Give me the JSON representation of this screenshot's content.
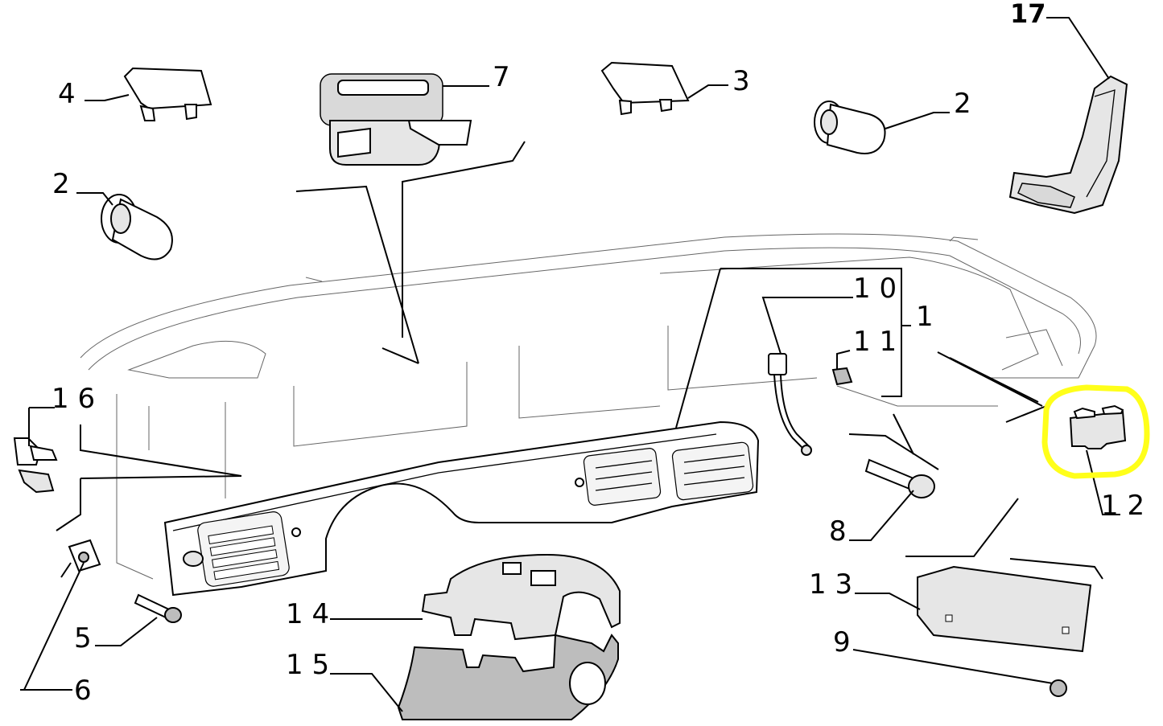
{
  "callouts": {
    "c1": "1",
    "c2a": "2",
    "c2b": "2",
    "c3": "3",
    "c4": "4",
    "c5": "5",
    "c6": "6",
    "c7": "7",
    "c8": "8",
    "c9": "9",
    "c10": "1 0",
    "c11": "1 1",
    "c12": "1 2",
    "c13": "1 3",
    "c14": "1 4",
    "c15": "1 5",
    "c16": "1 6",
    "c17": "17"
  },
  "colors": {
    "highlight": "#ffff1a",
    "line": "#000000",
    "background": "#ffffff"
  }
}
